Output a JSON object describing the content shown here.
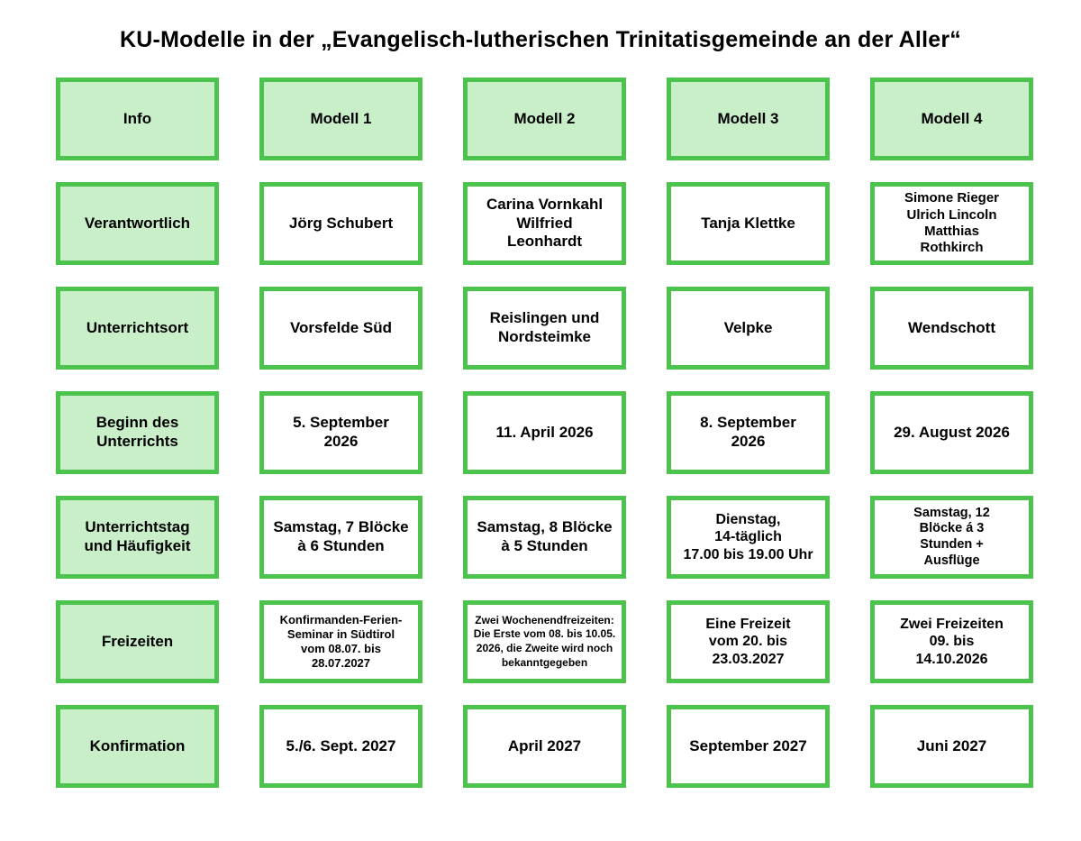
{
  "title": "KU-Modelle in der „Evangelisch-lutherischen Trinitatisgemeinde an der Aller“",
  "colors": {
    "border": "#4cc34c",
    "header_bg": "#c9efc9",
    "cell_bg": "#ffffff",
    "text": "#000000"
  },
  "columns": [
    "Info",
    "Modell 1",
    "Modell 2",
    "Modell 3",
    "Modell 4"
  ],
  "rows": [
    {
      "label": "Verantwortlich",
      "cells": [
        "Jörg Schubert",
        "Carina Vornkahl\nWilfried\nLeonhardt",
        "Tanja Klettke",
        "Simone Rieger\nUlrich Lincoln\nMatthias\nRothkirch"
      ]
    },
    {
      "label": "Unterrichtsort",
      "cells": [
        "Vorsfelde Süd",
        "Reislingen und\nNordsteimke",
        "Velpke",
        "Wendschott"
      ]
    },
    {
      "label": "Beginn des\nUnterrichts",
      "cells": [
        "5. September\n2026",
        "11. April 2026",
        "8. September\n2026",
        "29. August 2026"
      ]
    },
    {
      "label": "Unterrichtstag\nund Häufigkeit",
      "cells": [
        "Samstag, 7 Blöcke\nà 6 Stunden",
        "Samstag, 8 Blöcke\nà 5 Stunden",
        "Dienstag,\n14-täglich\n17.00 bis 19.00 Uhr",
        "Samstag, 12\nBlöcke á 3\nStunden +\nAusflüge"
      ]
    },
    {
      "label": "Freizeiten",
      "cells": [
        "Konfirmanden-Ferien-\nSeminar in Südtirol\nvom 08.07. bis\n28.07.2027",
        "Zwei Wochenendfreizeiten:\nDie Erste vom 08. bis 10.05.\n2026, die Zweite wird noch\nbekanntgegeben",
        "Eine Freizeit\nvom 20. bis\n23.03.2027",
        "Zwei Freizeiten\n09. bis\n14.10.2026"
      ]
    },
    {
      "label": "Konfirmation",
      "cells": [
        "5./6. Sept. 2027",
        "April 2027",
        "September 2027",
        "Juni 2027"
      ]
    }
  ]
}
